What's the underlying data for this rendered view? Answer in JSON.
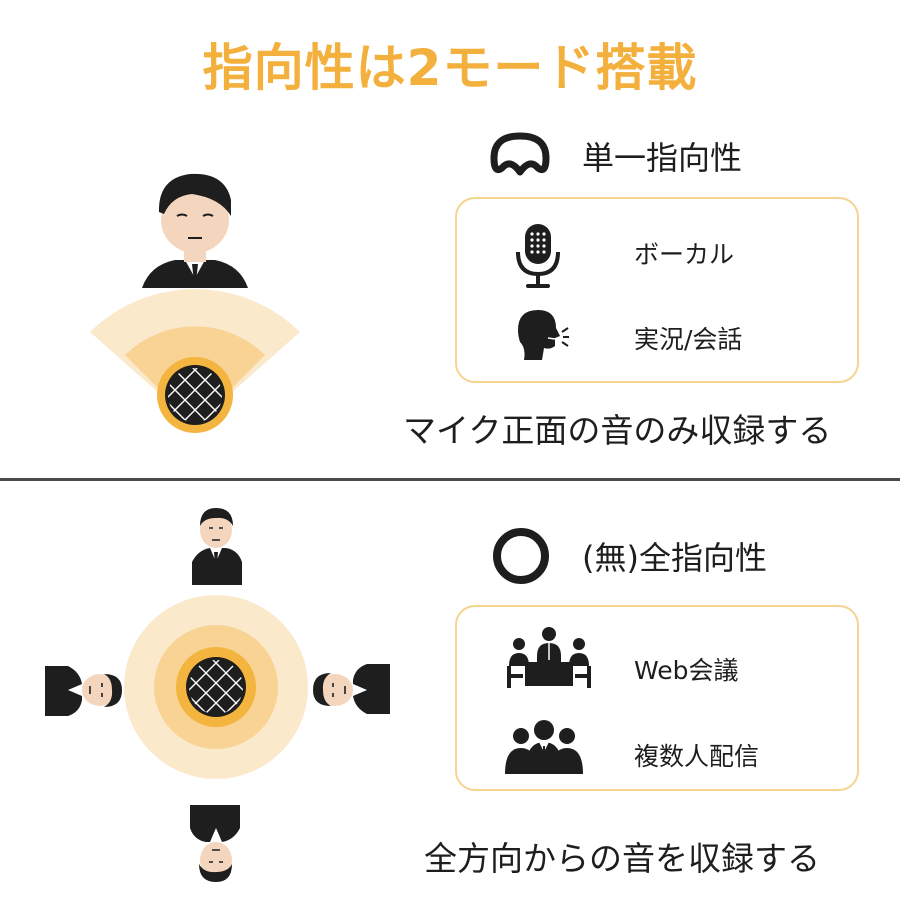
{
  "title": "指向性は2モード搭載",
  "unidirectional": {
    "mode_title": "単一指向性",
    "uses": [
      {
        "icon": "microphone-icon",
        "label": "ボーカル"
      },
      {
        "icon": "speaking-person-icon",
        "label": "実況/会話"
      }
    ],
    "caption": "マイク正面の音のみ収録する"
  },
  "omnidirectional": {
    "mode_title": "(無)全指向性",
    "uses": [
      {
        "icon": "meeting-icon",
        "label": "Web会議"
      },
      {
        "icon": "group-icon",
        "label": "複数人配信"
      }
    ],
    "caption": "全方向からの音を収録する"
  },
  "colors": {
    "accent": "#f3b03c",
    "box_border": "#f5d48f",
    "wave_light": "#fbe9cc",
    "wave_mid": "#f8d394",
    "wave_dark": "#f3b53f",
    "ink": "#1e1e1e"
  }
}
